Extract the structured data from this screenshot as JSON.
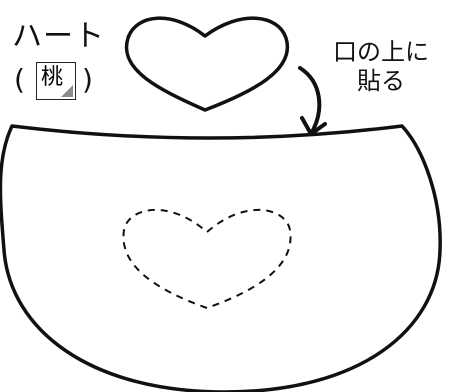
{
  "part": {
    "name": "ハート",
    "paren_open": "(",
    "paren_close": ")",
    "color_kanji": "桃"
  },
  "instruction": {
    "line1": "口の上に",
    "line2": "貼る"
  },
  "colors": {
    "line": "#111111",
    "background": "#ffffff",
    "swatch": "#8c8c8c"
  }
}
